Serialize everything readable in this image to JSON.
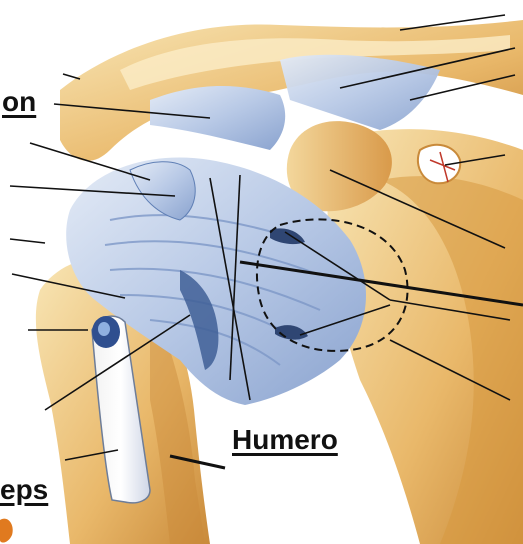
{
  "labels": {
    "top_left": "on",
    "humero": "Humero",
    "bottom_left": "eps"
  },
  "colors": {
    "bone_light": "#f6dfa8",
    "bone_mid": "#e7b86a",
    "bone_dark": "#c98a3a",
    "ligament_blue": "#a9bfe0",
    "ligament_light": "#dde6f4",
    "ligament_dark": "#5f7fb5",
    "line": "#111111"
  }
}
